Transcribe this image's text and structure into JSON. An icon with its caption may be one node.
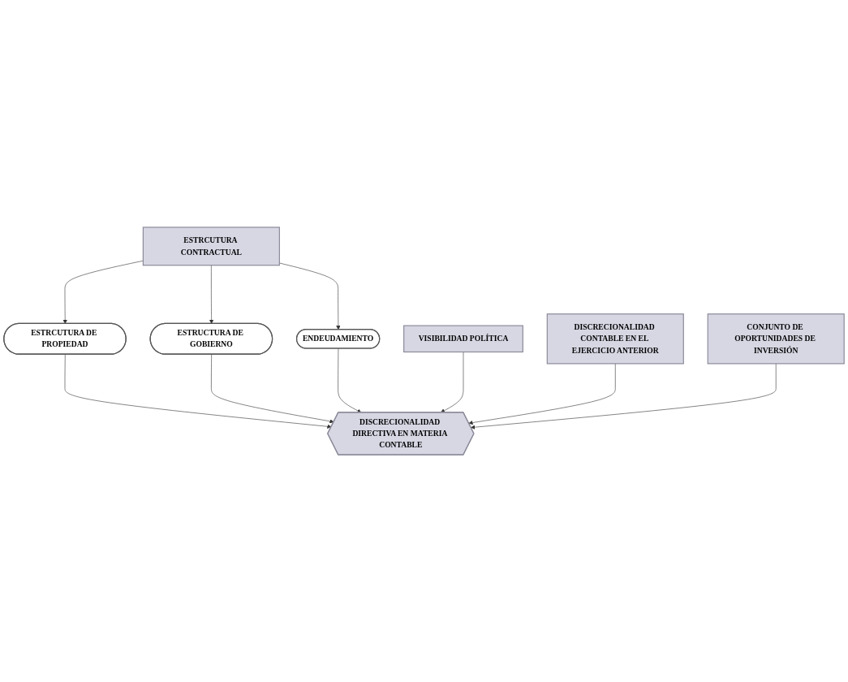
{
  "diagram": {
    "nodes": [
      {
        "text": [
          "ESTRCUTURA CONTRACTUAL"
        ]
      },
      {
        "text": [
          "ESTRCUTURA DE PROPIEDAD"
        ]
      },
      {
        "text": [
          "ESTRUCTURA DE GOBIERNO"
        ]
      },
      {
        "text": [
          "ENDEUDAMIENTO"
        ]
      },
      {
        "text": [
          "DISCRECIONALIDAD DIRECTIVA EN MATERIA CONTABLE"
        ]
      },
      {
        "text": [
          "VISIBILIDAD POLÍTICA"
        ]
      },
      {
        "text": [
          "DISCRECIONALIDAD CONTABLE EN EL EJERCICIO ANTERIOR"
        ]
      },
      {
        "text": [
          "CONJUNTO DE OPORTUNIDADES DE INVERSIÓN"
        ]
      }
    ],
    "edges": [
      {
        "from": 0,
        "to": 1,
        "arrow": "to"
      },
      {
        "from": 0,
        "to": 2,
        "arrow": "to"
      },
      {
        "from": 0,
        "to": 3,
        "arrow": "to"
      },
      {
        "from": 1,
        "to": 4,
        "arrow": "to"
      },
      {
        "from": 2,
        "to": 4,
        "arrow": "to"
      },
      {
        "from": 3,
        "to": 4,
        "arrow": "to"
      },
      {
        "from": 5,
        "to": 4,
        "arrow": "to"
      },
      {
        "from": 6,
        "to": 4,
        "arrow": "to"
      },
      {
        "from": 7,
        "to": 4,
        "arrow": "to"
      }
    ]
  }
}
